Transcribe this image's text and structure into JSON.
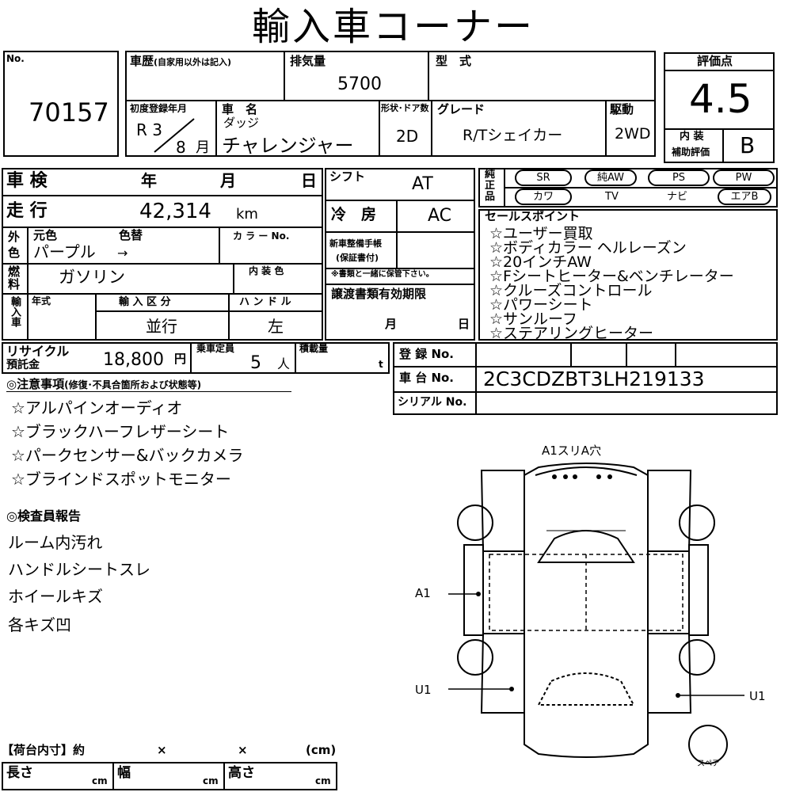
{
  "title": "輸入車コーナー",
  "no_label": "No.",
  "lot_number": "70157",
  "history_label": "車歴",
  "history_note": "(自家用以外は記入)",
  "displacement_label": "排気量",
  "displacement": "5700",
  "model_label": "型　式",
  "score_label": "評価点",
  "score": "4.5",
  "interior_label_1": "内 装",
  "interior_label_2": "補助評価",
  "interior_score": "B",
  "first_reg_label": "初度登録年月",
  "first_reg_era": "R 3",
  "first_reg_month": "8",
  "month_unit": "月",
  "car_name_label": "車　名",
  "maker": "ダッジ",
  "car_name": "チャレンジャー",
  "body_doors_label": "形状･ドア数",
  "body_doors": "2D",
  "grade_label": "グレード",
  "grade": "R/Tシェイカー",
  "drive_label": "駆動",
  "drive": "2WD",
  "inspection_label": "車 検",
  "year_label": "年",
  "month_label": "月",
  "day_label": "日",
  "mileage_label": "走 行",
  "mileage": "42,314",
  "mileage_unit": "km",
  "color_label_1": "外",
  "color_label_2": "色",
  "orig_color_label": "元色",
  "color_change_label": "色替",
  "color_no_label": "カ ラ ー No.",
  "color": "パープル",
  "color_arrow": "→",
  "fuel_label_1": "燃",
  "fuel_label_2": "料",
  "fuel": "ガソリン",
  "interior_color_label": "内 装 色",
  "import_label": "輸入車",
  "model_year_label": "年式",
  "import_type_label": "輸 入 区 分",
  "handle_label": "ハ ン ド ル",
  "import_type": "並行",
  "handle": "左",
  "shift_label": "シフト",
  "shift": "AT",
  "ac_label": "冷　房",
  "ac": "AC",
  "maint_label_1": "新車整備手帳",
  "maint_label_2": "(保証書付)",
  "maint_note": "※書類と一緒に保管下さい。",
  "transfer_label": "譲渡書類有効期限",
  "transfer_month": "月",
  "transfer_day": "日",
  "equip_label": [
    "純",
    "正",
    "品"
  ],
  "equipment_row1": [
    "SR",
    "純AW",
    "PS",
    "PW"
  ],
  "equipment_row2": [
    "カワ",
    "TV",
    "ナビ",
    "エアB"
  ],
  "sales_label": "セールスポイント",
  "sales_points": [
    "☆ユーザー買取",
    "☆ボディカラー ヘルレーズン",
    "☆20インチAW",
    "☆Fシートヒーター&ベンチレーター",
    "☆クルーズコントロール",
    "☆パワーシート",
    "☆サンルーフ",
    "☆ステアリングヒーター"
  ],
  "recycle_label_1": "リサイクル",
  "recycle_label_2": "預託金",
  "recycle_fee": "18,800",
  "yen": "円",
  "capacity_label": "乗車定員",
  "capacity": "5",
  "capacity_unit": "人",
  "load_label": "積載量",
  "load_unit": "t",
  "reg_no_label": "登 録 No.",
  "chassis_label": "車 台 No.",
  "chassis_no": "2C3CDZBT3LH219133",
  "serial_label": "シリアル No.",
  "notes_label": "◎注意事項",
  "notes_sub": "(修復･不具合箇所および状態等)",
  "notes": [
    "☆アルパインオーディオ",
    "☆ブラックハーフレザーシート",
    "☆パークセンサー&バックカメラ",
    "☆ブラインドスポットモニター"
  ],
  "inspector_label": "◎検査員報告",
  "inspector": [
    "ルーム内汚れ",
    "ハンドルシートスレ",
    "ホイールキズ",
    "各キズ凹"
  ],
  "diagram": {
    "top": "A1スリA穴",
    "left": "A1",
    "left_lower": "U1",
    "right_lower": "U1",
    "spare": "スペア"
  },
  "cargo_label": "【荷台内寸】約",
  "cargo_x1": "×",
  "cargo_x2": "×",
  "cargo_cm": "(cm)",
  "length_label": "長さ",
  "width_label": "幅",
  "height_label": "高さ",
  "cm": "cm"
}
